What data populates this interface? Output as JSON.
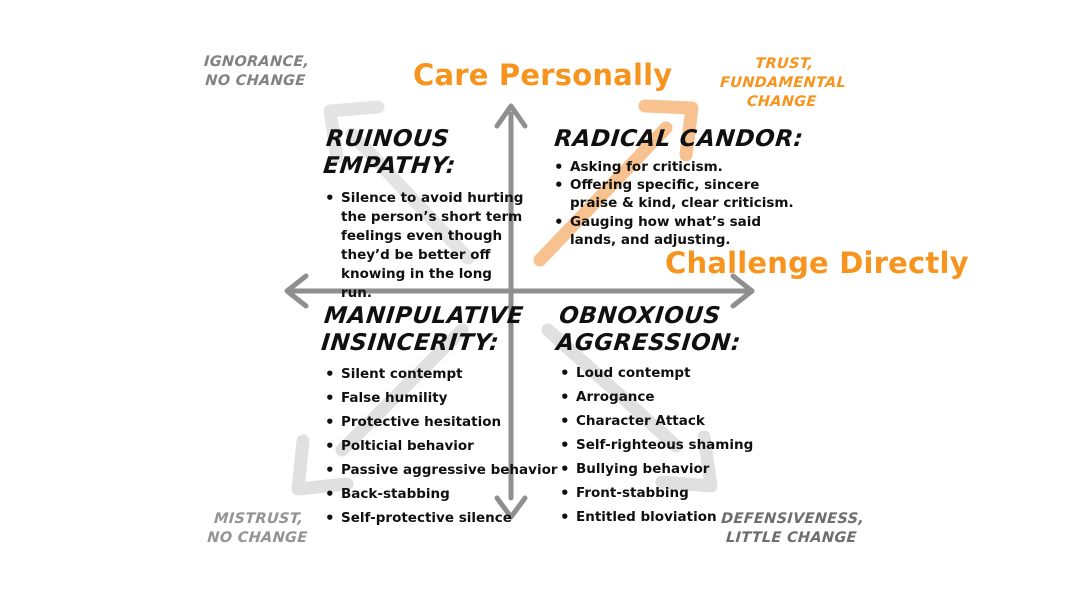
{
  "axes": {
    "vertical_label": "Care Personally",
    "horizontal_label": "Challenge Directly"
  },
  "corner_labels": {
    "top_left": "IGNORANCE,\nNO CHANGE",
    "top_right": "TRUST,\nFUNDAMENTAL CHANGE",
    "bottom_left": "MISTRUST,\nNO CHANGE",
    "bottom_right": "DEFENSIVENESS,\nLITTLE CHANGE"
  },
  "quadrants": {
    "ruinous_empathy": {
      "title": "RUINOUS\nEMPATHY:",
      "bullets": [
        "Silence to avoid hurting the person’s short term feelings even though they’d be better off knowing in the long run."
      ]
    },
    "radical_candor": {
      "title": "RADICAL CANDOR:",
      "bullets": [
        "Asking for criticism.",
        "Offering specific, sincere praise & kind, clear criticism.",
        "Gauging how what’s said lands, and adjusting."
      ]
    },
    "manipulative_insincerity": {
      "title": "MANIPULATIVE\nINSINCERITY:",
      "bullets": [
        "Silent contempt",
        "False humility",
        "Protective hesitation",
        "Polticial behavior",
        "Passive aggressive behavior",
        "Back-stabbing",
        "Self-protective silence"
      ]
    },
    "obnoxious_aggression": {
      "title": "OBNOXIOUS\nAGGRESSION:",
      "bullets": [
        "Loud contempt",
        "Arrogance",
        "Character Attack",
        "Self-righteous shaming",
        "Bullying behavior",
        "Front-stabbing",
        "Entitled bloviation"
      ]
    }
  },
  "colors": {
    "accent_orange": "#F7941E",
    "light_orange_arrow": "#F7C28F",
    "axis_gray": "#8F8F8F",
    "light_gray_arrow": "#E4E4E4"
  }
}
